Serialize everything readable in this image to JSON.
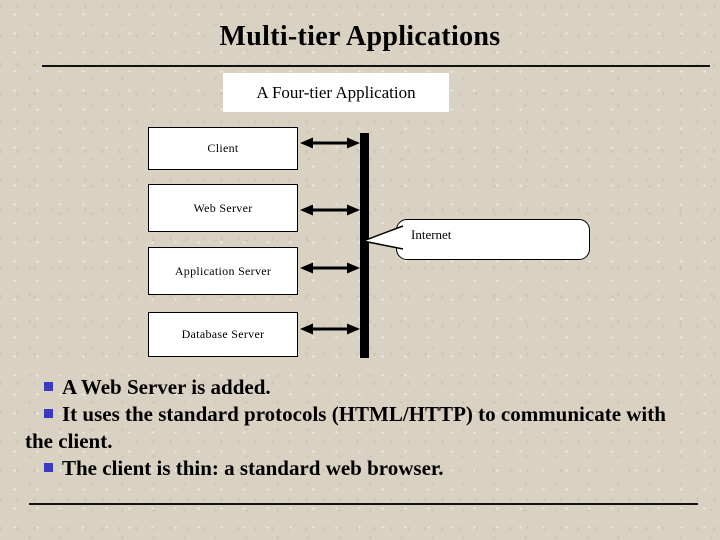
{
  "slide": {
    "title": "Multi-tier Applications",
    "subtitle": "A Four-tier Application"
  },
  "diagram": {
    "tiers": [
      {
        "label": "Client"
      },
      {
        "label": "Web Server"
      },
      {
        "label": "Application Server"
      },
      {
        "label": "Database Server"
      }
    ],
    "callout": {
      "label": "Internet"
    },
    "connector_shape": "vertical-bus-bar-with-double-arrows"
  },
  "bullets": {
    "items": [
      "A Web Server is added.",
      "It uses the standard protocols (HTML/HTTP) to communicate with the client.",
      "The client is thin: a standard web browser."
    ]
  },
  "colors": {
    "background": "#d9d1c1",
    "box_fill": "#ffffff",
    "line": "#000000",
    "bullet_marker": "#3a3ac0",
    "text": "#000000"
  }
}
